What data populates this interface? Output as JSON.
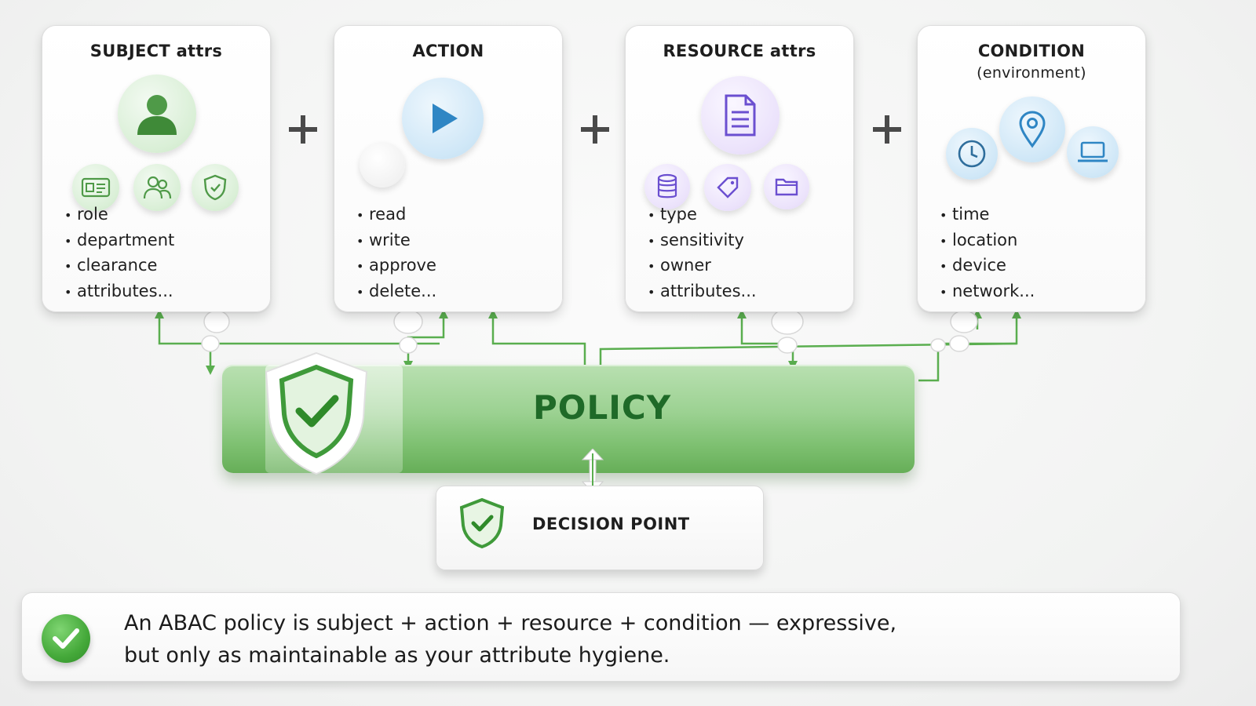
{
  "cards": [
    {
      "title": "SUBJECT attrs",
      "subtitle": "",
      "bullets": [
        "role",
        "department",
        "clearance",
        "attributes..."
      ]
    },
    {
      "title": "ACTION",
      "subtitle": "",
      "bullets": [
        "read",
        "write",
        "approve",
        "delete..."
      ]
    },
    {
      "title": "RESOURCE attrs",
      "subtitle": "",
      "bullets": [
        "type",
        "sensitivity",
        "owner",
        "attributes..."
      ]
    },
    {
      "title": "CONDITION",
      "subtitle": "(environment)",
      "bullets": [
        "time",
        "location",
        "device",
        "network..."
      ]
    }
  ],
  "operator": "+",
  "policy": {
    "label": "POLICY"
  },
  "decision": {
    "label": "DECISION POINT"
  },
  "footer": {
    "line1": "An ABAC policy is subject + action + resource + condition — expressive,",
    "line2": "but only as maintainable as your attribute hygiene."
  },
  "colors": {
    "green": "#3f9a3a",
    "dark_green": "#1f6a28",
    "blue": "#2f86c4",
    "purple": "#6b4fd0",
    "plus": "#4a4a4a"
  },
  "icons": {
    "subject": [
      "person-icon",
      "id-card-icon",
      "group-icon",
      "shield-icon"
    ],
    "action": [
      "play-icon"
    ],
    "resource": [
      "document-icon",
      "database-icon",
      "tag-icon",
      "folder-icon"
    ],
    "condition": [
      "clock-icon",
      "location-pin-icon",
      "laptop-icon"
    ]
  }
}
